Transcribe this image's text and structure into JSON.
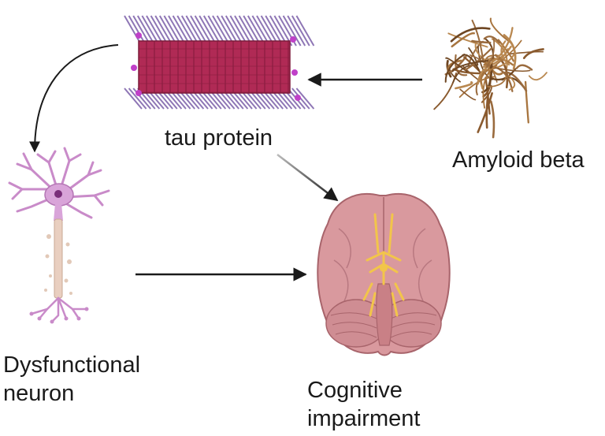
{
  "labels": {
    "tau_protein": "tau protein",
    "amyloid_beta": "Amyloid beta",
    "dysfunctional_neuron": [
      "Dysfunctional",
      "neuron"
    ],
    "cognitive_impairment": [
      "Cognitive",
      "impairment"
    ]
  },
  "colors": {
    "tau_body": "#b02a55",
    "tau_filament": "#7a5ea8",
    "amyloid": "#9a6b3e",
    "neuron": "#c98bc9",
    "brain": "#d9999e",
    "brain_nerves": "#f2c54a",
    "arrow": "#1a1a1a"
  },
  "icons": [
    "tau-protein-fibril-icon",
    "amyloid-beta-tangle-icon",
    "neuron-icon",
    "brain-icon"
  ]
}
